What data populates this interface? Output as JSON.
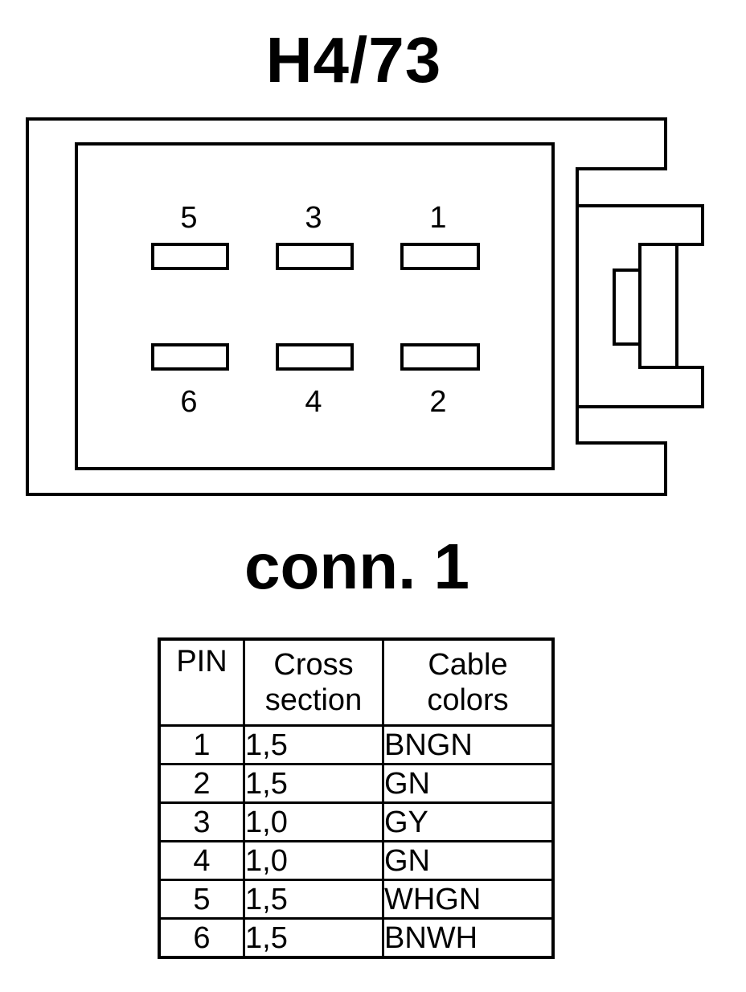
{
  "title": "H4/73",
  "connector_label": "conn. 1",
  "pins_top": [
    "5",
    "3",
    "1"
  ],
  "pins_bottom": [
    "6",
    "4",
    "2"
  ],
  "table": {
    "headers": {
      "pin": "PIN",
      "cross_line1": "Cross",
      "cross_line2": "section",
      "color_line1": "Cable",
      "color_line2": "colors"
    },
    "rows": [
      {
        "pin": "1",
        "cross": "1,5",
        "color": "BNGN"
      },
      {
        "pin": "2",
        "cross": "1,5",
        "color": "GN"
      },
      {
        "pin": "3",
        "cross": "1,0",
        "color": "GY"
      },
      {
        "pin": "4",
        "cross": "1,0",
        "color": "GN"
      },
      {
        "pin": "5",
        "cross": "1,5",
        "color": "WHGN"
      },
      {
        "pin": "6",
        "cross": "1,5",
        "color": "BNWH"
      }
    ]
  }
}
